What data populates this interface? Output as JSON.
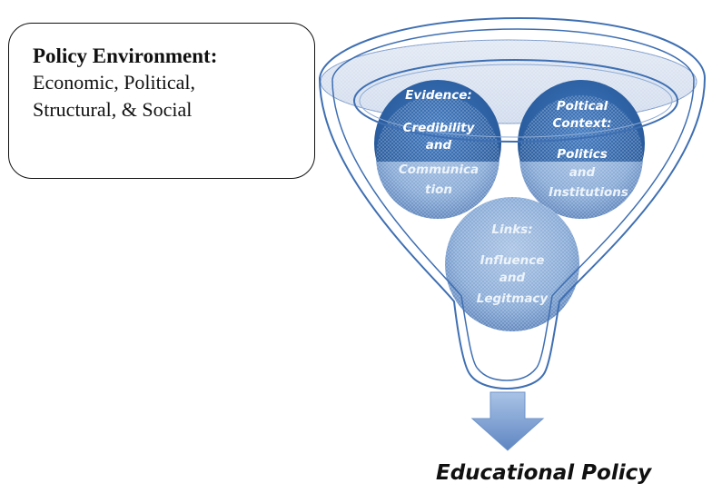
{
  "environment": {
    "title": "Policy Environment:",
    "lines": [
      "Economic, Political,",
      "Structural, & Social"
    ]
  },
  "circles": {
    "evidence": {
      "lines": [
        "Evidence:",
        "Credibility",
        "and",
        "Communica",
        "tion"
      ]
    },
    "context": {
      "lines": [
        "Poltical",
        "Context:",
        "Politics",
        "and",
        "Institutions"
      ]
    },
    "links": {
      "lines": [
        "Links:",
        "Influence",
        "and",
        "Legitmacy"
      ]
    }
  },
  "output": {
    "label": "Educational Policy"
  },
  "colors": {
    "funnel_stroke": "#3f6fb2",
    "circle_dark": "#2e63a8",
    "circle_light": "#7ea3d2",
    "arrow": "#7d9fcf"
  }
}
